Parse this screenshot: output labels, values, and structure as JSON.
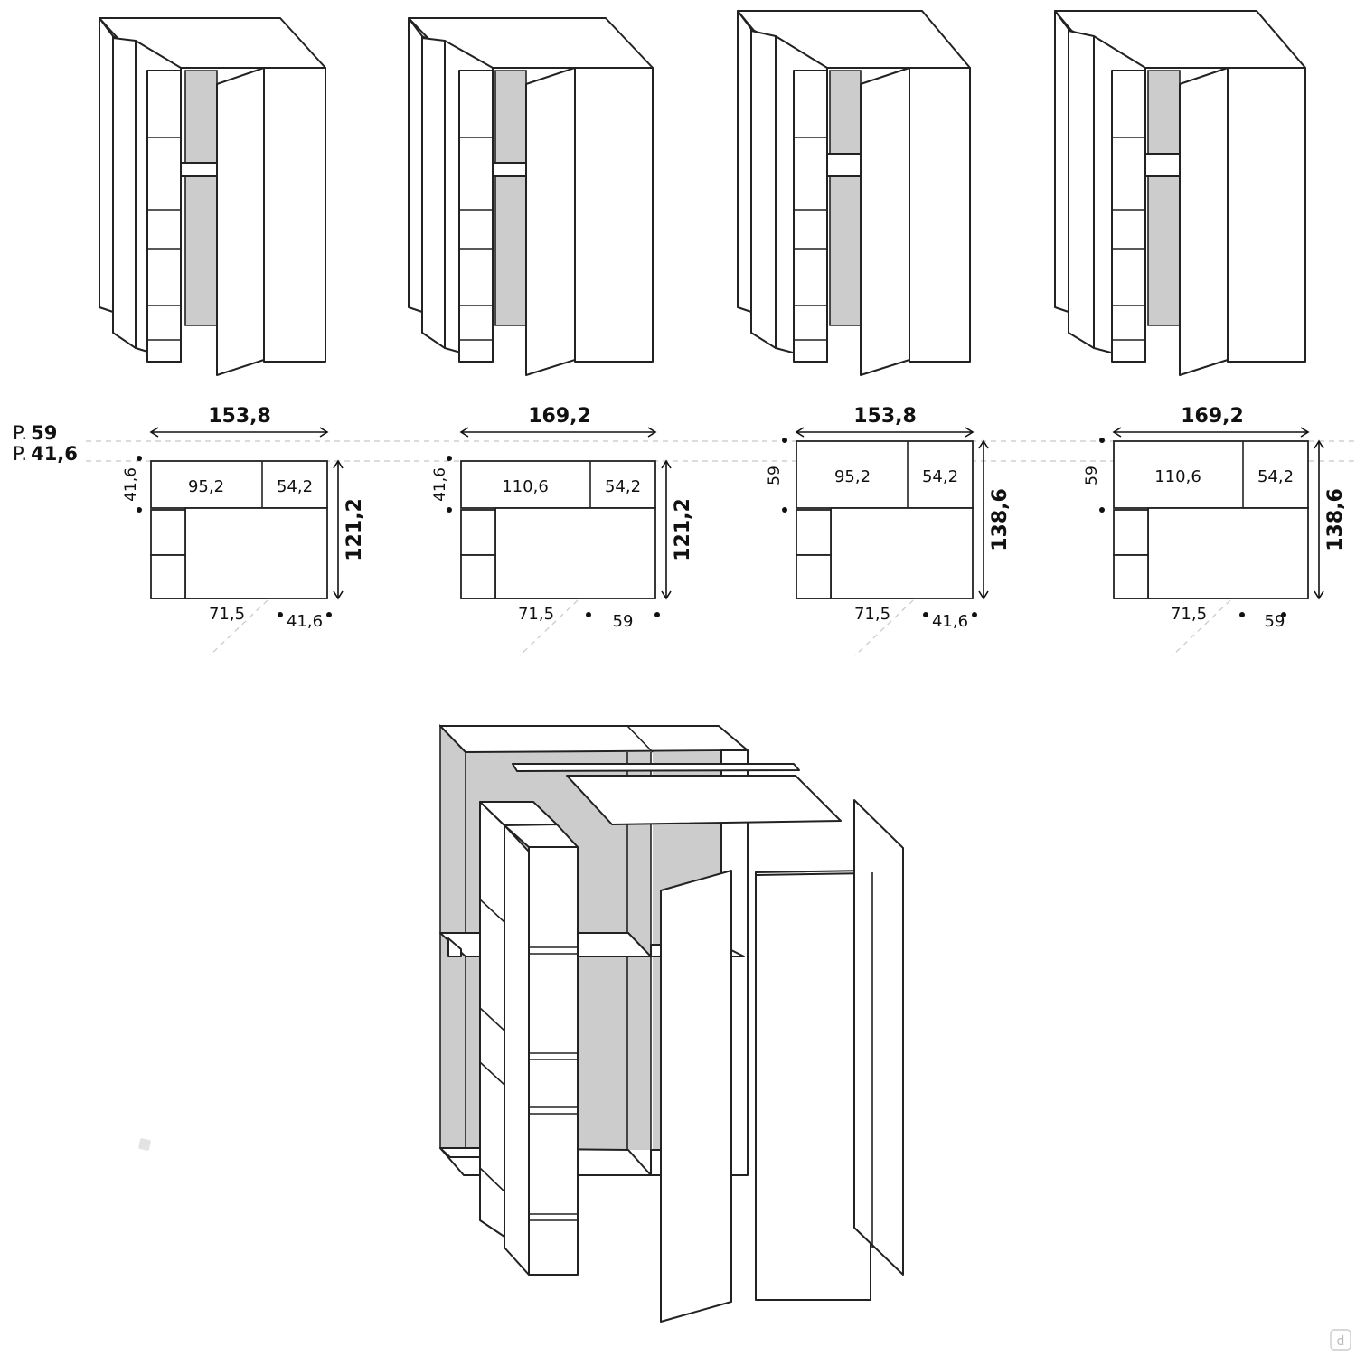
{
  "depth_labels": {
    "p59": {
      "prefix": "P.",
      "value": "59"
    },
    "p416": {
      "prefix": "P.",
      "value": "41,6"
    }
  },
  "variants": [
    {
      "width": "153,8",
      "height": "121,2",
      "top_depth": "41,6",
      "left_cell": "95,2",
      "right_cell": "54,2",
      "bottom_left": "71,5",
      "bottom_right": "41,6"
    },
    {
      "width": "169,2",
      "height": "121,2",
      "top_depth": "41,6",
      "left_cell": "110,6",
      "right_cell": "54,2",
      "bottom_left": "71,5",
      "bottom_right": "59"
    },
    {
      "width": "153,8",
      "height": "138,6",
      "top_depth": "59",
      "left_cell": "95,2",
      "right_cell": "54,2",
      "bottom_left": "71,5",
      "bottom_right": "41,6"
    },
    {
      "width": "169,2",
      "height": "138,6",
      "top_depth": "59",
      "left_cell": "110,6",
      "right_cell": "54,2",
      "bottom_left": "71,5",
      "bottom_right": "59"
    }
  ],
  "colors": {
    "line": "#222222",
    "panel_grey": "#cccccc",
    "background": "#ffffff"
  },
  "icons": {
    "watermark": "brand-d-icon"
  }
}
